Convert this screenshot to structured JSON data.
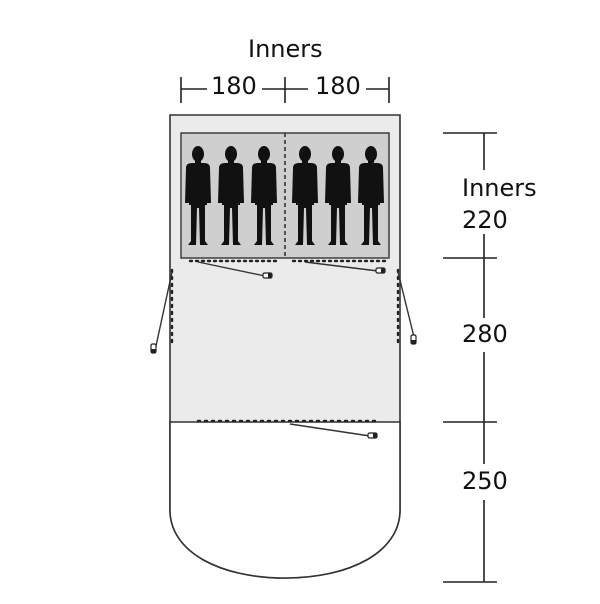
{
  "diagram": {
    "top_title": "Inners",
    "inner_widths": [
      "180",
      "180"
    ],
    "side_inner_word": "Inners",
    "section_depths": [
      "220",
      "280",
      "250"
    ],
    "people_per_inner": 3,
    "colors": {
      "outline": "#333333",
      "porch_fill": "#ebebeb",
      "inner_fill": "#cfcfcf",
      "figure": "#111111",
      "dimension_line": "#222222"
    },
    "icons": [
      "person-silhouette-icon",
      "tent-peg-icon"
    ]
  }
}
